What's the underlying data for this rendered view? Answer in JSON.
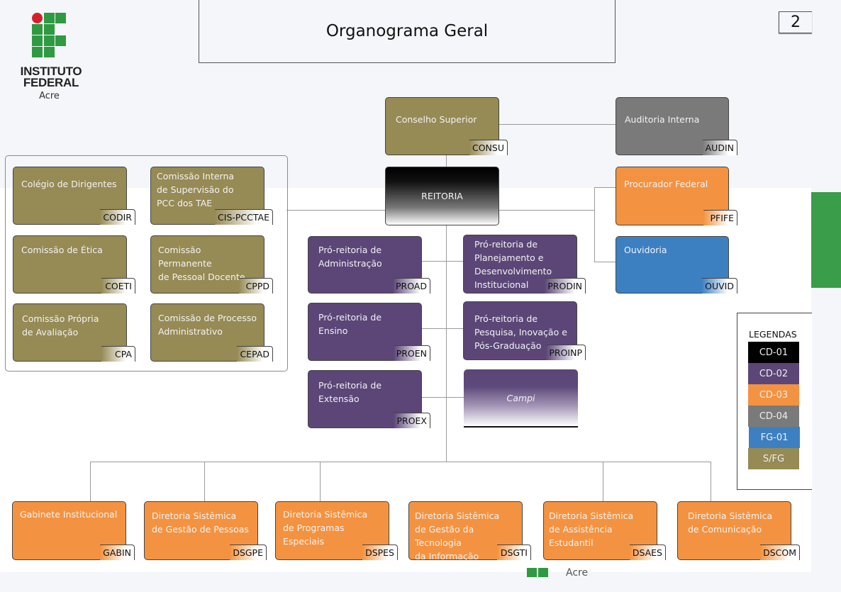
{
  "header": {
    "logo_line1": "INSTITUTO",
    "logo_line2": "FEDERAL",
    "logo_sub": "Acre",
    "title": "Organograma Geral",
    "page_number": "2"
  },
  "colors": {
    "CD-01": "#000000",
    "CD-02": "#5b4677",
    "CD-03": "#f39341",
    "CD-04": "#7a7a7a",
    "FG-01": "#3d80c2",
    "S/FG": "#968a55"
  },
  "top": {
    "consu": {
      "label": "Conselho Superior",
      "code": "CONSU"
    },
    "audin": {
      "label": "Auditoria Interna",
      "code": "AUDIN"
    },
    "reitoria": {
      "label": "REITORIA"
    },
    "pfife": {
      "label": "Procurador Federal",
      "code": "PFIFE"
    },
    "ouvid": {
      "label": "Ouvidoria",
      "code": "OUVID"
    }
  },
  "colegiados": [
    {
      "label": "Colégio de Dirigentes",
      "code": "CODIR"
    },
    {
      "label": "Comissão Interna\nde Supervisão do\nPCC dos TAE",
      "code": "CIS-PCCTAE"
    },
    {
      "label": "Comissão de Ética",
      "code": "COETI"
    },
    {
      "label": "Comissão Permanente\nde Pessoal Docente",
      "code": "CPPD"
    },
    {
      "label": "Comissão Própria\nde Avaliação",
      "code": "CPA"
    },
    {
      "label": "Comissão de Processo\nAdministrativo",
      "code": "CEPAD"
    }
  ],
  "proreitorias": [
    {
      "label": "Pró-reitoria de\nAdministração",
      "code": "PROAD"
    },
    {
      "label": "Pró-reitoria de\nPlanejamento e\nDesenvolvimento\nInstitucional",
      "code": "PRODIN"
    },
    {
      "label": "Pró-reitoria de\nEnsino",
      "code": "PROEN"
    },
    {
      "label": "Pró-reitoria de\nPesquisa, Inovação e\nPós-Graduação",
      "code": "PROINP"
    },
    {
      "label": "Pró-reitoria de\nExtensão",
      "code": "PROEX"
    }
  ],
  "campi": {
    "label": "Campi"
  },
  "diretorias": [
    {
      "label": "Gabinete Institucional",
      "code": "GABIN"
    },
    {
      "label": "Diretoria Sistêmica\nde Gestão de Pessoas",
      "code": "DSGPE"
    },
    {
      "label": "Diretoria Sistêmica\nde Programas Especiais",
      "code": "DSPES"
    },
    {
      "label": "Diretoria Sistêmica\nde Gestão da Tecnologia\nda Informação",
      "code": "DSGTI"
    },
    {
      "label": "Diretoria Sistêmica\nde Assistência Estudantil",
      "code": "DSAES"
    },
    {
      "label": "Diretoria Sistêmica\nde Comunicação",
      "code": "DSCOM"
    }
  ],
  "legend": {
    "title": "LEGENDAS",
    "items": [
      "CD-01",
      "CD-02",
      "CD-03",
      "CD-04",
      "FG-01",
      "S/FG"
    ]
  },
  "footer": {
    "text": "Acre"
  }
}
